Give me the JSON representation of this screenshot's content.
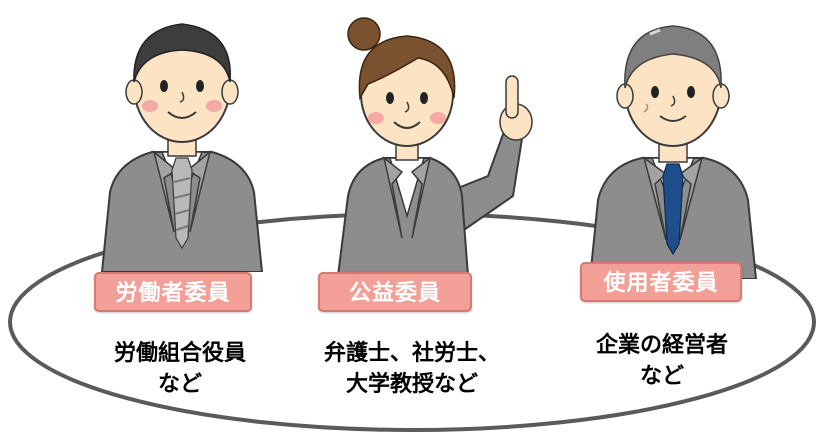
{
  "members": [
    {
      "role": "労働者委員",
      "examples_line1": "労働組合役員",
      "examples_line2": "など",
      "tie": "striped-gray"
    },
    {
      "role": "公益委員",
      "examples_line1": "弁護士、社労士、",
      "examples_line2": "大学教授など",
      "tie": "none"
    },
    {
      "role": "使用者委員",
      "examples_line1": "企業の経営者",
      "examples_line2": "など",
      "tie": "navy"
    }
  ],
  "colors": {
    "badge_fill": "#f2a097",
    "badge_border": "#d47a70",
    "badge_text": "#ffffff",
    "ellipse_stroke": "#555555",
    "suit": "#8c8c8c",
    "skin": "#fce3c4"
  }
}
